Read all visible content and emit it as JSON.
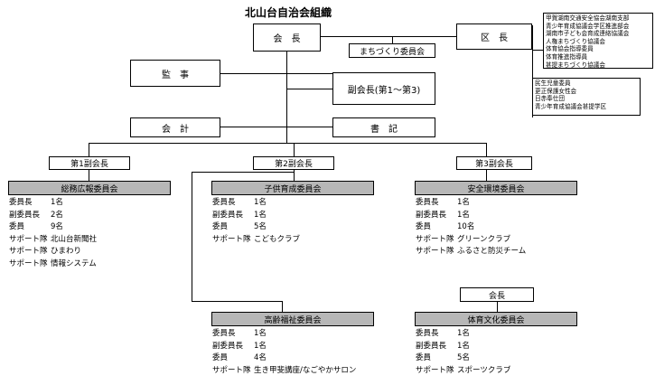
{
  "title": "北山台自治会組織",
  "kaicho": "会　長",
  "kucho": "区　長",
  "machizukuri": "まちづくり委員会",
  "kanji": "監　事",
  "fukukaicho": "副会長(第1～第3)",
  "kaikei": "会　計",
  "shoki": "書　記",
  "vp1": "第1副会長",
  "vp2": "第2副会長",
  "vp3": "第3副会長",
  "kucho_roles": [
    "甲賀湖南交通安全協会湖南支部",
    "青少年育成協議会学区推進部会",
    "湖南市子ども会育成連絡協議会",
    "人権まちづくり協議会",
    "体育協会指導委員",
    "体育推進指導員",
    "甚提まちづくり協議会"
  ],
  "kucho_roles2": [
    "民生児童委員",
    "更正保護女性会",
    "日赤奉仕団",
    "青少年育成協議会甚提学区"
  ],
  "committees": {
    "somu": {
      "name": "総務広報委員会",
      "rows": [
        {
          "role": "委員長",
          "val": "1名"
        },
        {
          "role": "副委員長",
          "val": "2名"
        },
        {
          "role": "委員",
          "val": "9名"
        },
        {
          "role": "サポート隊",
          "val": "北山台新聞社"
        },
        {
          "role": "サポート隊",
          "val": "ひまわり"
        },
        {
          "role": "サポート隊",
          "val": "情報システム"
        }
      ]
    },
    "kodomo": {
      "name": "子供育成委員会",
      "rows": [
        {
          "role": "委員長",
          "val": "1名"
        },
        {
          "role": "副委員長",
          "val": "1名"
        },
        {
          "role": "委員",
          "val": "5名"
        },
        {
          "role": "サポート隊",
          "val": "こどもクラブ"
        }
      ]
    },
    "anzen": {
      "name": "安全環境委員会",
      "rows": [
        {
          "role": "委員長",
          "val": "1名"
        },
        {
          "role": "副委員長",
          "val": "1名"
        },
        {
          "role": "委員",
          "val": "10名"
        },
        {
          "role": "サポート隊",
          "val": "グリーンクラブ"
        },
        {
          "role": "サポート隊",
          "val": "ふるさと防災チーム"
        }
      ]
    },
    "koureisha": {
      "name": "高齢福祉委員会",
      "rows": [
        {
          "role": "委員長",
          "val": "1名"
        },
        {
          "role": "副委員長",
          "val": "1名"
        },
        {
          "role": "委員",
          "val": "4名"
        },
        {
          "role": "サポート隊",
          "val": "生き甲斐講座/なごやかサロン"
        }
      ]
    },
    "taiiku": {
      "name": "体育文化委員会",
      "rows": [
        {
          "role": "委員長",
          "val": "1名"
        },
        {
          "role": "副委員長",
          "val": "1名"
        },
        {
          "role": "委員",
          "val": "5名"
        },
        {
          "role": "サポート隊",
          "val": "スポーツクラブ"
        }
      ]
    }
  },
  "taiiku_kaicho": "会長"
}
